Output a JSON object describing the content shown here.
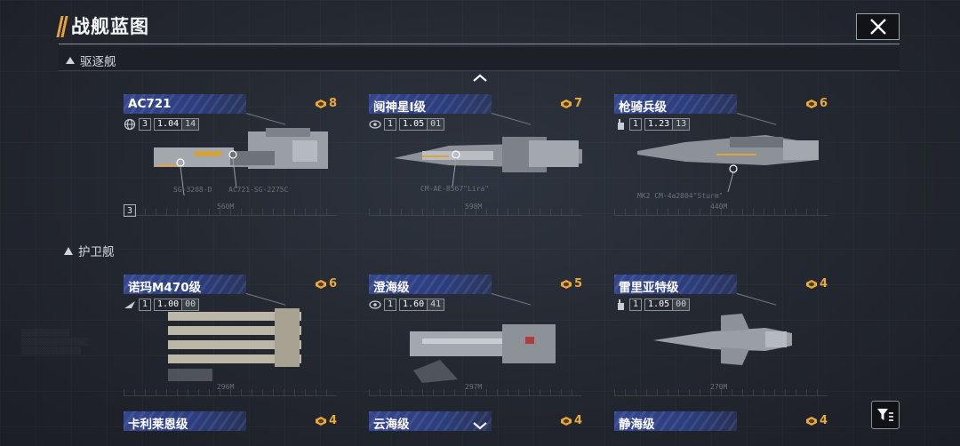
{
  "header": {
    "title": "战舰蓝图"
  },
  "sections": {
    "destroyer": {
      "label": "驱逐舰"
    },
    "frigate": {
      "label": "护卫舰"
    }
  },
  "colors": {
    "accent": "#e2a238",
    "name_bar": "#34478f",
    "cost": "#e9a93c"
  },
  "icons": {
    "close": "close-icon",
    "filter": "filter-icon",
    "cost": "cost-icon",
    "scroll_up": "chevron-up-icon",
    "scroll_down": "chevron-down-icon"
  },
  "destroyers": [
    {
      "name": "AC721",
      "cost": "8",
      "count": "3",
      "version_major": "1.04",
      "version_minor": "14",
      "length": "560M",
      "tier": "3",
      "hull_label": "SG-3208-D",
      "part_label": "AC721-SG-2275C"
    },
    {
      "name": "阋神星Ⅰ级",
      "cost": "7",
      "count": "1",
      "version_major": "1.05",
      "version_minor": "01",
      "length": "598M",
      "part_label": "CM-AE-8567\"Lira\""
    },
    {
      "name": "枪骑兵级",
      "cost": "6",
      "count": "1",
      "version_major": "1.23",
      "version_minor": "13",
      "length": "440M",
      "part_label": "MK2 CM-4a2804\"Sturm\""
    }
  ],
  "frigates": [
    {
      "name": "诺玛M470级",
      "cost": "6",
      "count": "1",
      "version_major": "1.00",
      "version_minor": "00",
      "length": "296M"
    },
    {
      "name": "澄海级",
      "cost": "5",
      "count": "1",
      "version_major": "1.60",
      "version_minor": "41",
      "length": "297M"
    },
    {
      "name": "雷里亚特级",
      "cost": "4",
      "count": "1",
      "version_major": "1.05",
      "version_minor": "00",
      "length": "270M"
    }
  ],
  "next_row": [
    {
      "name": "卡利莱恩级",
      "cost": "4"
    },
    {
      "name": "云海级",
      "cost": "4"
    },
    {
      "name": "静海级",
      "cost": "4"
    }
  ]
}
